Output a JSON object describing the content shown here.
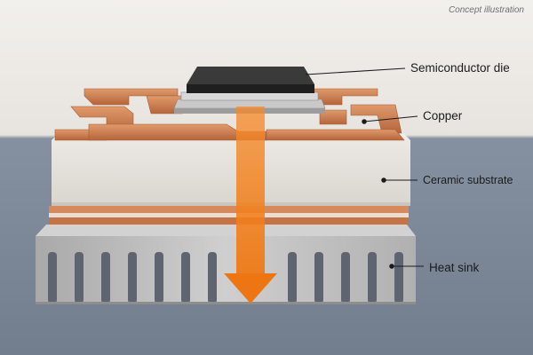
{
  "caption": "Concept illustration",
  "labels": {
    "die": "Semiconductor die",
    "copper": "Copper",
    "ceramic": "Ceramic substrate",
    "heat_sink": "Heat sink"
  },
  "colors": {
    "background_top": "#ece9e4",
    "background_bottom": "#7b8796",
    "copper": "#c9784a",
    "ceramic": "#e4e1db",
    "die": "#2b2b2b",
    "heat_sink": "#b9b9b9",
    "arrow": "#f07e1c"
  }
}
